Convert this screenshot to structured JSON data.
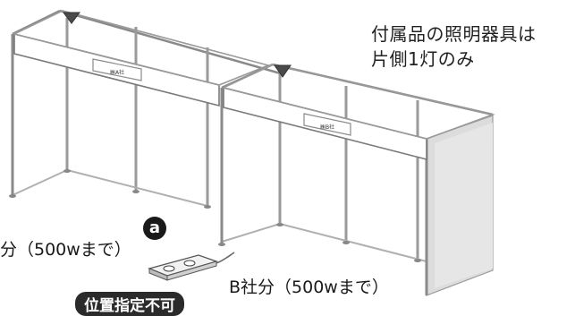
{
  "note": {
    "line1": "付属品の照明器具は",
    "line2": "片側1灯のみ"
  },
  "signs": {
    "company_a": "㈱A社",
    "company_b": "㈱B社"
  },
  "labels": {
    "left_power": "分（500wまで）",
    "right_power": "B社分（500wまで）",
    "outlet_badge": "a",
    "position_banner": "位置指定不可"
  }
}
